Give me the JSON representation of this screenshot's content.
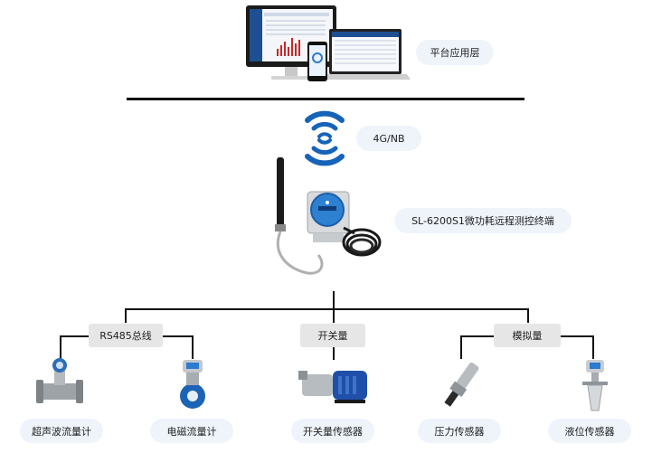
{
  "layers": {
    "platform": "平台应用层",
    "network": "4G/NB",
    "terminal": "SL-6200S1微功耗远程测控终端"
  },
  "groups": {
    "rs485": "RS485总线",
    "switch": "开关量",
    "analog": "模拟量"
  },
  "devices": {
    "ultrasonic": "超声波流量计",
    "electromagnetic": "电磁流量计",
    "switch_sensor": "开关量传感器",
    "pressure": "压力传感器",
    "level": "液位传感器"
  },
  "colors": {
    "accent": "#1e5ca8",
    "wifi": "#1763b8",
    "pill_bg": "#eef4fa",
    "tag_bg": "#e6e6e6"
  }
}
